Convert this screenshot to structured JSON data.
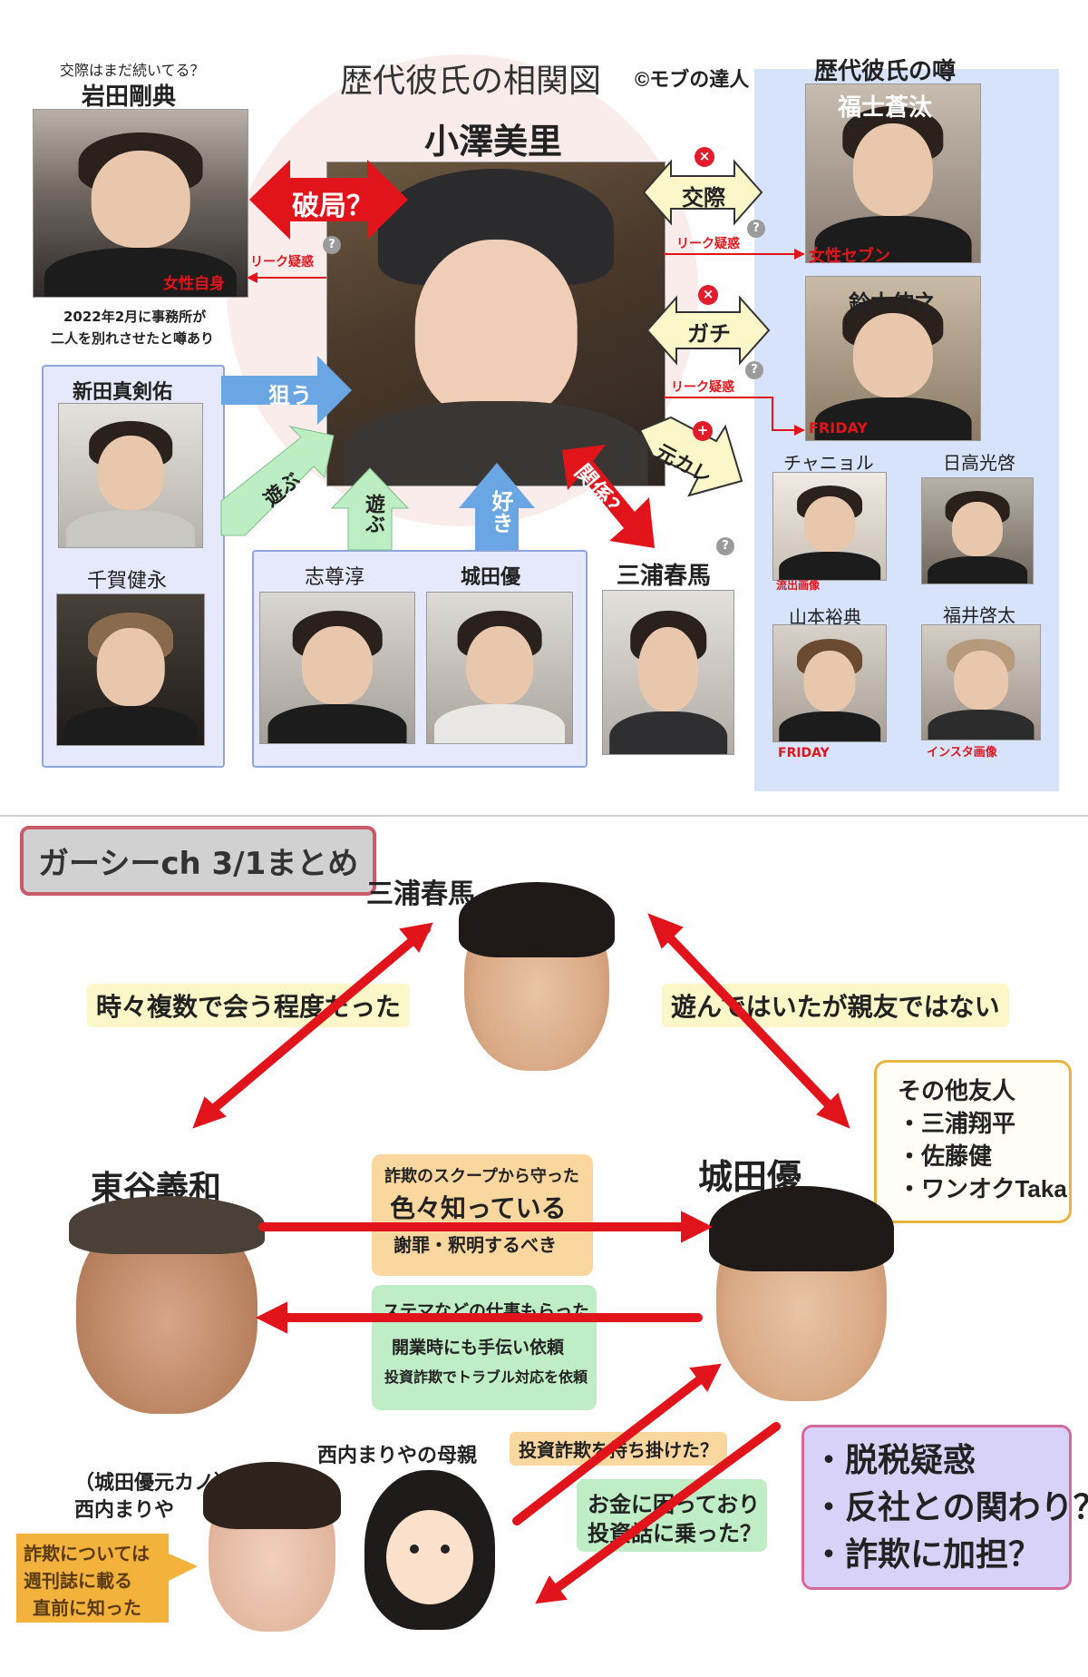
{
  "top": {
    "title": "歴代彼氏の相関図",
    "copyright": "©モブの達人",
    "center_name": "小澤美里",
    "rumor_header": "歴代彼氏の噂",
    "iwata": {
      "question": "交際はまだ続いてる？",
      "name": "岩田剛典",
      "source": "女性自身",
      "note_line1": "2022年2月に事務所が",
      "note_line2": "二人を別れさせたと噂あり"
    },
    "arrows": {
      "hakyoku": "破局？",
      "kousai": "交際",
      "gachi": "ガチ",
      "motokare": "元カレ",
      "nerau": "狙う",
      "asobu1": "遊ぶ",
      "asobu2": "遊ぶ",
      "suki": "好き",
      "kankei": "関係？"
    },
    "leak": "リーク疑惑",
    "q": "?",
    "x": "×",
    "plus": "+",
    "fukushi": {
      "name": "福士蒼汰",
      "source": "女性セブン"
    },
    "suzuki": {
      "name": "鈴木伸之",
      "source": "FRIDAY"
    },
    "chanyeol": {
      "name": "チャニョル",
      "source": "流出画像"
    },
    "hidaka": {
      "name": "日高光啓"
    },
    "yamamoto": {
      "name": "山本裕典",
      "source": "FRIDAY"
    },
    "fukui": {
      "name": "福井啓太",
      "source": "インスタ画像"
    },
    "arata": {
      "name": "新田真剣佑"
    },
    "chiga": {
      "name": "千賀健永"
    },
    "shison": {
      "name": "志尊淳"
    },
    "shirota": {
      "name": "城田優"
    },
    "miura": {
      "name": "三浦春馬"
    }
  },
  "bottom": {
    "title": "ガーシーch 3/1まとめ",
    "miura_name": "三浦春馬",
    "left_label": "時々複数で会う程度だった",
    "right_label": "遊んではいたが親友ではない",
    "others_title": "その他友人",
    "others": [
      "・三浦翔平",
      "・佐藤健",
      "・ワンオクTaka"
    ],
    "higashi_name": "東谷義和",
    "shirota_name": "城田優",
    "orange_1": "詐欺のスクープから守った",
    "orange_2": "色々知っている",
    "orange_3": "謝罪・釈明するべき",
    "green_1": "ステマなどの仕事もらった",
    "green_2": "開業時にも手伝い依頼",
    "green_3": "投資詐欺でトラブル対応を依頼",
    "mother_name": "西内まりやの母親",
    "nishiuchi_line1": "（城田優元カノ）",
    "nishiuchi_line2": "西内まりや",
    "scam_label": "投資詐欺を持ち掛けた？",
    "money_1": "お金に困っており",
    "money_2": "投資話に乗った？",
    "scam_note_1": "詐欺については",
    "scam_note_2": "週刊誌に載る",
    "scam_note_3": "直前に知った",
    "suspicion": [
      "・脱税疑惑",
      "・反社との関わり？",
      "・詐欺に加担？"
    ]
  },
  "colors": {
    "red": "#e1141b",
    "blue": "#5b9bd5",
    "green": "#aee6b6",
    "yellow": "#fbf6c0",
    "lightblue": "#d6e4fb",
    "purple": "#d9d2f8"
  }
}
